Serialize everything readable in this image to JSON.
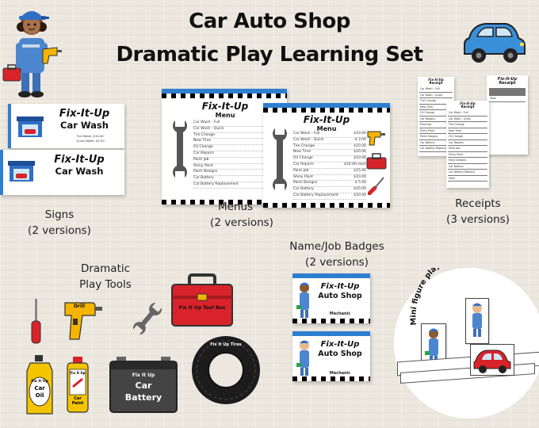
{
  "header": {
    "title_line1": "Car Auto Shop",
    "title_line2": "Dramatic Play Learning Set"
  },
  "signs": {
    "brand": "Fix-It-Up",
    "name": "Car Wash",
    "full_wash": "Full Wash: $10.00",
    "quick_wash": "Quick Wash: $3.00",
    "label_line1": "Signs",
    "label_line2": "(2 versions)"
  },
  "menus": {
    "brand": "Fix-It-Up",
    "heading": "Menu",
    "items": [
      {
        "name": "Car Wash - Full",
        "price": "$10.00"
      },
      {
        "name": "Car Wash - Quick",
        "price": "$ 3.00"
      },
      {
        "name": "Tire Change",
        "price": "$10.00"
      },
      {
        "name": "New Tires",
        "price": "$20.00"
      },
      {
        "name": "Oil Change",
        "price": "$10.00"
      },
      {
        "name": "Car Repairs",
        "price": "$10.00 each"
      },
      {
        "name": "Paint Job",
        "price": "$15.00"
      },
      {
        "name": "Shiny Paint",
        "price": "$10.00"
      },
      {
        "name": "Paint Designs",
        "price": "$ 5.00"
      },
      {
        "name": "Car Battery",
        "price": "$20.00"
      },
      {
        "name": "Car Battery Replacement",
        "price": "$10.00"
      }
    ],
    "label_line1": "Menus",
    "label_line2": "(2 versions)"
  },
  "receipts": {
    "brand": "Fix-It-Up",
    "heading": "Receipt",
    "lines": [
      "Car Wash - Full",
      "Car Wash - Quick",
      "Tire Change",
      "New Tires",
      "Oil Change",
      "Car Repairs",
      "Paint Job",
      "Shiny Paint",
      "Paint Designs",
      "Car Battery",
      "Car Battery Replace",
      "Total"
    ],
    "label_line1": "Receipts",
    "label_line2": "(3 versions)"
  },
  "badges": {
    "label_line1": "Name/Job Badges",
    "label_line2": "(2 versions)",
    "brand": "Fix-It-Up",
    "name": "Auto Shop",
    "role": "Mechanic"
  },
  "tools": {
    "label_line1": "Dramatic",
    "label_line2": "Play Tools",
    "drill": "Drill",
    "toolbox": "Fix It Up Tool Box",
    "oil_brand": "Fix It Up",
    "oil_line1": "Car",
    "oil_line2": "Oil",
    "paint_brand": "Fix It Up",
    "paint_line1": "Car",
    "paint_line2": "Paint",
    "battery_brand": "Fix It Up",
    "battery_line1": "Car",
    "battery_line2": "Battery",
    "tire_text": "Fix It Up Tires"
  },
  "playset": {
    "caption": "Mini figure playset included too!"
  },
  "colors": {
    "accent_blue": "#2e7fd0",
    "toolbox_red": "#d8232a",
    "drill_yellow": "#f5b400"
  }
}
